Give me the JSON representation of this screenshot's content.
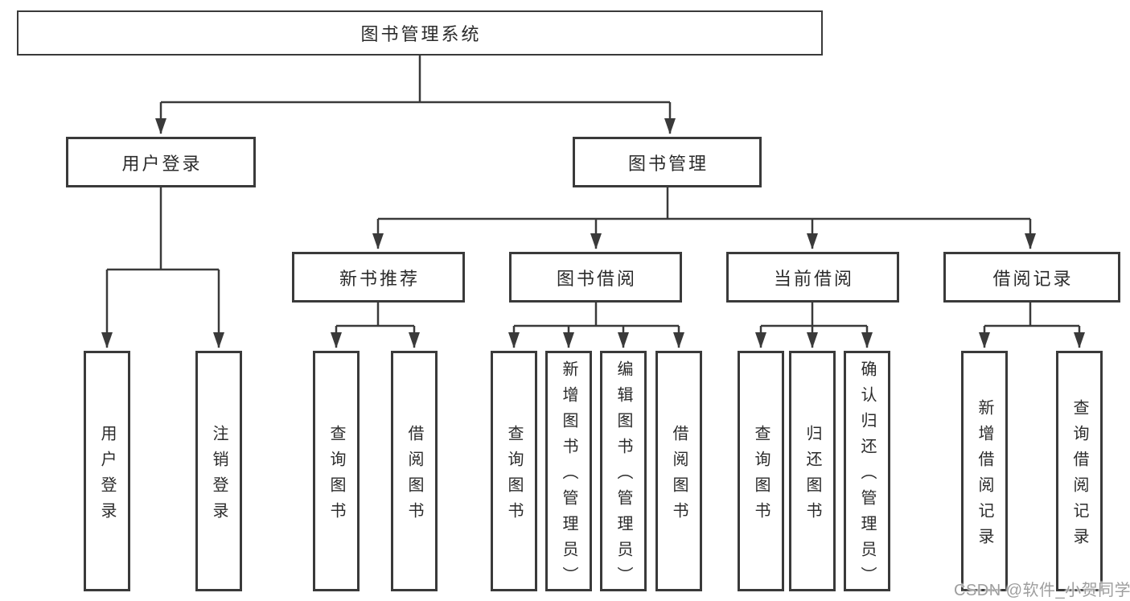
{
  "diagram": {
    "title": "图书管理系统",
    "level2": [
      "用户登录",
      "图书管理"
    ],
    "level3": [
      "新书推荐",
      "图书借阅",
      "当前借阅",
      "借阅记录"
    ],
    "level4": [
      "用户登录",
      "注销登录",
      "查询图书",
      "借阅图书",
      "查询图书",
      "新增图书（管理员）",
      "编辑图书（管理员）",
      "借阅图书",
      "查询图书",
      "归还图书",
      "确认归还（管理员）",
      "新增借阅记录",
      "查询借阅记录"
    ]
  },
  "watermark": "CSDN @软件_小贺同学",
  "colors": {
    "line": "#3a3a3a",
    "box_border": "#3a3a3a",
    "text": "#2b2b2b",
    "watermark_text": "#9e9e9e",
    "background": "#ffffff"
  }
}
